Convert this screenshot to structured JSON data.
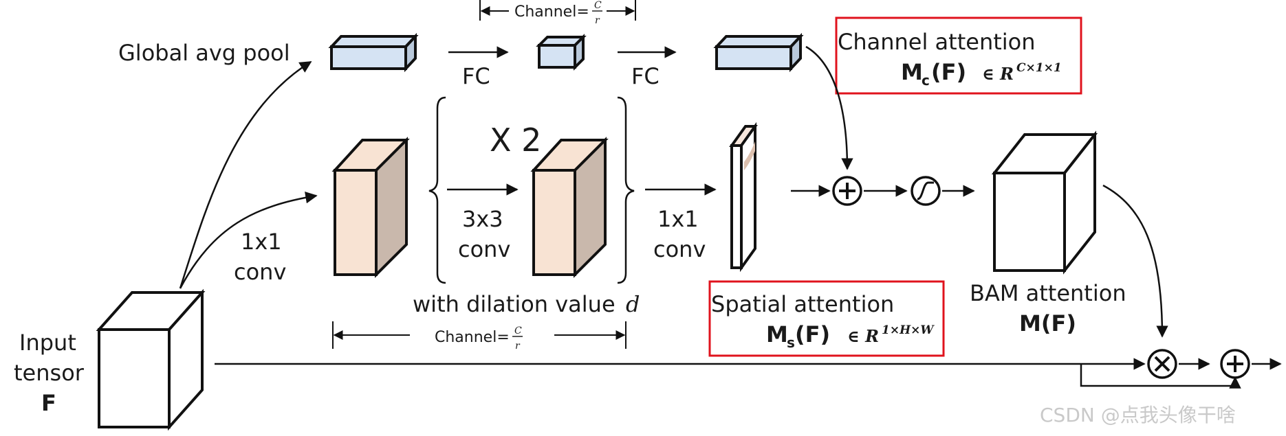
{
  "labels": {
    "global_avg_pool": "Global avg pool",
    "fc_1": "FC",
    "fc_2": "FC",
    "channel_top_prefix": "Channel=",
    "channel_top_frac_num": "C",
    "channel_top_frac_den": "r",
    "channel_attention_title": "Channel attention",
    "channel_attention_formula_main": "M",
    "channel_attention_formula_sub": "c",
    "channel_attention_formula_arg": "(F)",
    "channel_attention_set": "∈ R",
    "channel_attention_dims": "C×1×1",
    "repeat": "X 2",
    "conv3x3_line1": "3x3",
    "conv3x3_line2": "conv",
    "conv1x1_left_line1": "1x1",
    "conv1x1_left_line2": "conv",
    "conv1x1_right_line1": "1x1",
    "conv1x1_right_line2": "conv",
    "dilation_prefix": "with dilation value ",
    "dilation_var": "d",
    "channel_bottom_prefix": "Channel=",
    "channel_bottom_frac_num": "C",
    "channel_bottom_frac_den": "r",
    "spatial_attention_title": "Spatial attention",
    "spatial_attention_formula_main": "M",
    "spatial_attention_formula_sub": "s",
    "spatial_attention_formula_arg": "(F)",
    "spatial_attention_set": "∈ R",
    "spatial_attention_dims": "1×H×W",
    "bam_title": "BAM attention",
    "bam_formula": "M(F)",
    "input_line1": "Input",
    "input_line2": "tensor",
    "input_line3": "F",
    "plus_symbol": "+",
    "times_symbol": "×",
    "sigmoid_symbol": "S",
    "watermark": "CSDN @点我头像干啥"
  },
  "colors": {
    "blue_box": "#d5e3f3",
    "peach_box_front": "#f8e3d3",
    "peach_box_side": "#c9b8ac",
    "highlight_red": "#e0131d",
    "stroke": "#111111"
  }
}
